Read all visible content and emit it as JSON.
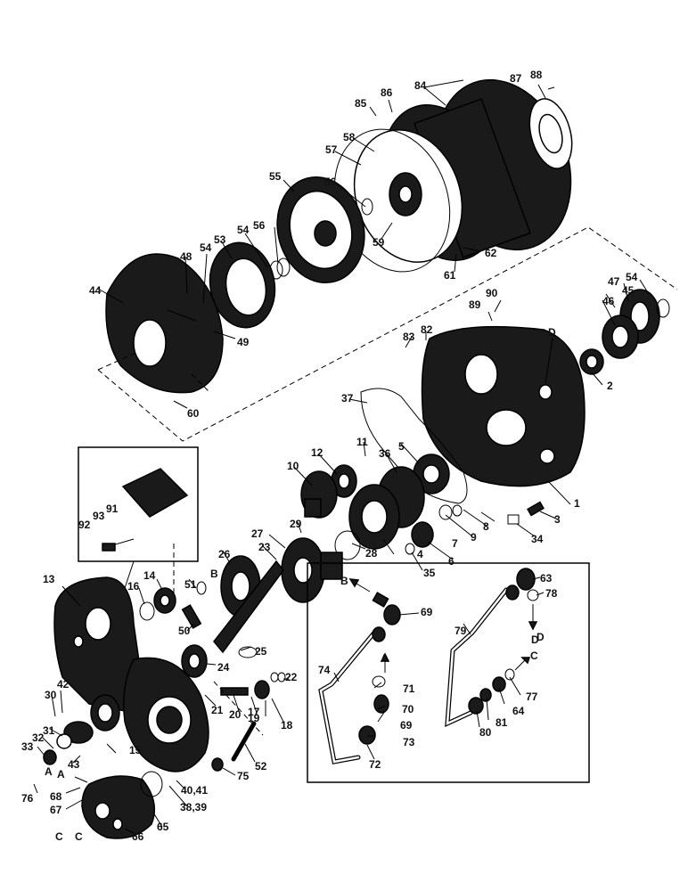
{
  "callouts": [
    "1",
    "2",
    "3",
    "4",
    "5",
    "6",
    "7",
    "8",
    "9",
    "10",
    "11",
    "12",
    "13",
    "14",
    "15",
    "16",
    "17",
    "18",
    "19",
    "20",
    "21",
    "22",
    "23",
    "24",
    "25",
    "26",
    "27",
    "28",
    "29",
    "30",
    "31",
    "32",
    "33",
    "34",
    "35",
    "36",
    "37",
    "38,39",
    "40,41",
    "42",
    "43",
    "44",
    "45",
    "46",
    "47",
    "48",
    "49",
    "50",
    "51",
    "52",
    "53",
    "54",
    "54",
    "54",
    "55",
    "56",
    "56",
    "57",
    "58",
    "59",
    "60",
    "61",
    "62",
    "63",
    "64",
    "65",
    "66",
    "67",
    "68",
    "69",
    "69",
    "70",
    "71",
    "72",
    "73",
    "74",
    "75",
    "76",
    "77",
    "78",
    "79",
    "80",
    "81",
    "82",
    "83",
    "84",
    "85",
    "86",
    "87",
    "88",
    "89",
    "90",
    "91",
    "92",
    "93"
  ],
  "letters": [
    "A",
    "A",
    "A",
    "B",
    "B",
    "C",
    "C",
    "C",
    "D",
    "D",
    "D"
  ]
}
